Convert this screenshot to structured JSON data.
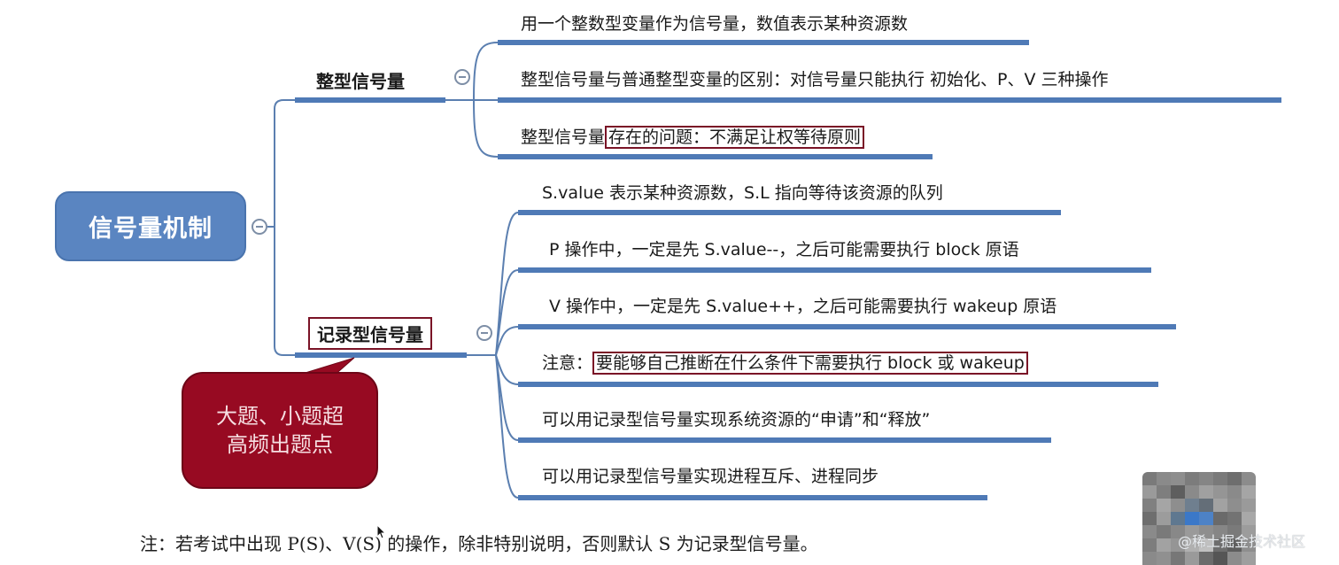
{
  "root": {
    "label": "信号量机制",
    "color": "#5a85c1"
  },
  "branches": [
    {
      "label": "整型信号量",
      "boxed": false,
      "leaves": [
        {
          "text": "用一个整数型变量作为信号量，数值表示某种资源数"
        },
        {
          "text": "整型信号量与普通整型变量的区别：对信号量只能执行 初始化、P、V 三种操作"
        },
        {
          "text_plain": "整型信号量",
          "text_highlight": "存在的问题：不满足让权等待原则"
        }
      ]
    },
    {
      "label": "记录型信号量",
      "boxed": true,
      "leaves": [
        {
          "text": "S.value 表示某种资源数，S.L 指向等待该资源的队列"
        },
        {
          "text": "P 操作中，一定是先 S.value--，之后可能需要执行 block 原语"
        },
        {
          "text": "V 操作中，一定是先 S.value++，之后可能需要执行 wakeup 原语"
        },
        {
          "text_plain": "注意：",
          "text_highlight": "要能够自己推断在什么条件下需要执行 block 或 wakeup"
        },
        {
          "text": "可以用记录型信号量实现系统资源的“申请”和“释放”"
        },
        {
          "text": "可以用记录型信号量实现进程互斥、进程同步"
        }
      ]
    }
  ],
  "callout": {
    "line1": "大题、小题超",
    "line2": "高频出题点",
    "color": "#970a22"
  },
  "footnote": "注：若考试中出现 P(S)、V(S) 的操作，除非特别说明，否则默认 S 为记录型信号量。",
  "watermark": "@稀土掘金技术社区",
  "colors": {
    "connector": "#5b7fb0",
    "underline": "#4f7ab6",
    "highlight_border": "#7a1326"
  },
  "icons": {
    "collapse": "minus-circle-icon",
    "cursor": "mouse-pointer-icon"
  }
}
